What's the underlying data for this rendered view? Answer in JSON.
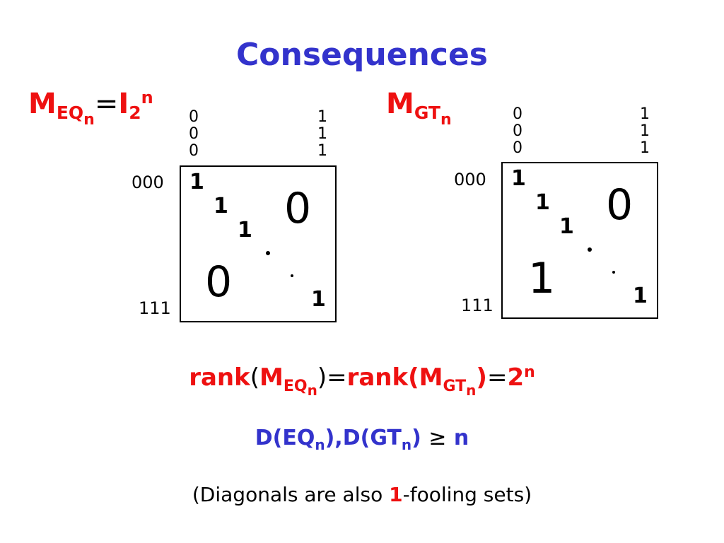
{
  "title": "Consequences",
  "left": {
    "label_main": "M",
    "label_sub": "EQ",
    "label_subsub": "n",
    "label_eq": "=",
    "label_rhs": "I",
    "label_rhs_sub": "2",
    "label_rhs_sup": "n",
    "col_first": [
      "0",
      "0",
      "0"
    ],
    "col_last": [
      "1",
      "1",
      "1"
    ],
    "row_first": "000",
    "row_last": "111",
    "diag": [
      "1",
      "1",
      "1",
      "1"
    ],
    "upper": "0",
    "lower": "0"
  },
  "right": {
    "label_main": "M",
    "label_sub": "GT",
    "label_subsub": "n",
    "col_first": [
      "0",
      "0",
      "0"
    ],
    "col_last": [
      "1",
      "1",
      "1"
    ],
    "row_first": "000",
    "row_last": "111",
    "diag": [
      "1",
      "1",
      "1",
      "1"
    ],
    "upper": "0",
    "lower": "1"
  },
  "rank": {
    "word1": "rank",
    "open1": "(",
    "m1": "M",
    "m1_sub": "EQ",
    "m1_subsub": "n",
    "close1": ")",
    "eq1": "=",
    "word2": "rank(M",
    "m2_sub": "GT",
    "m2_subsub": "n",
    "close2": ")",
    "eq2": "=",
    "base": "2",
    "exp": "n"
  },
  "dline": {
    "p1": "D(EQ",
    "p1_sub": "n",
    "p2": "),D(GT",
    "p2_sub": "n",
    "p3": ")",
    "ge": "≥",
    "rhs": "n"
  },
  "note": {
    "before": "(Diagonals are also ",
    "one": "1",
    "after": "-fooling sets)"
  }
}
